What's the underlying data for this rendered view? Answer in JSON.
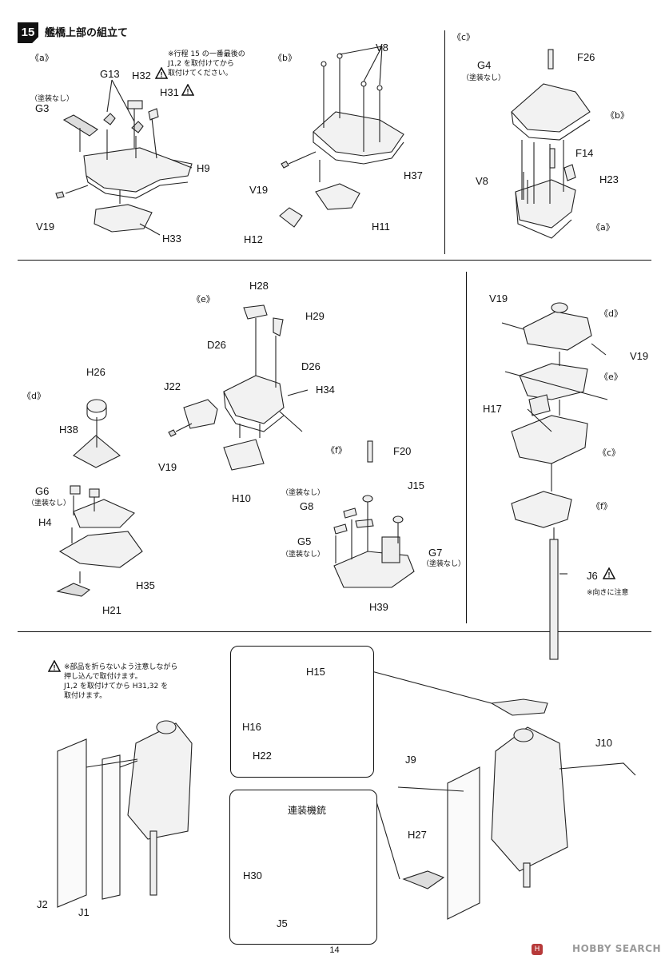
{
  "step": {
    "number": "15",
    "title": "艦橋上部の組立て"
  },
  "sub_labels": {
    "a": "《a》",
    "b": "《b》",
    "c": "《c》",
    "d": "《d》",
    "e": "《e》",
    "f": "《f》",
    "d_ref": "《d》",
    "e_ref": "《e》",
    "c_ref": "《c》",
    "f_ref": "《f》",
    "b_ref": "《b》",
    "a_ref": "《a》"
  },
  "notes": {
    "step15_note": [
      "※行程 15 の一番最後の",
      "J1,2 を取付けてから",
      "取付けてください。"
    ],
    "direction_note": "※向きに注意",
    "bottom_note": [
      "※部品を折らないよう注意しながら",
      "押し込んで取付けます。",
      "J1,2 を取付けてから H31,32 を",
      "取付けます。"
    ],
    "no_paint_1": "（塗装なし）",
    "no_paint_2": "（塗装なし）",
    "no_paint_3": "（塗装なし）",
    "no_paint_4": "（塗装なし）",
    "no_paint_5": "（塗装なし）",
    "no_paint_6": "（塗装なし）",
    "machine_gun": "連装機銃"
  },
  "parts": {
    "a": [
      "G13",
      "H32",
      "H31",
      "G3",
      "H9",
      "V19",
      "H33"
    ],
    "b": [
      "V8",
      "V19",
      "H37",
      "H12",
      "H11"
    ],
    "c": [
      "G4",
      "F26",
      "F14",
      "V8",
      "H23"
    ],
    "d": [
      "H26",
      "H38",
      "G6",
      "H4",
      "H35",
      "H21"
    ],
    "e": [
      "H28",
      "H29",
      "D26",
      "D26",
      "J22",
      "H34",
      "V19",
      "H10"
    ],
    "f": [
      "F20",
      "J15",
      "G8",
      "G5",
      "G7",
      "H39"
    ],
    "right": [
      "V19",
      "V19",
      "H17",
      "J6"
    ],
    "bottom": [
      "H15",
      "H16",
      "H22",
      "J10",
      "J9",
      "H27",
      "H30",
      "J5",
      "J2",
      "J1"
    ]
  },
  "footer": {
    "page": "14",
    "watermark": "HOBBY SEARCH"
  }
}
